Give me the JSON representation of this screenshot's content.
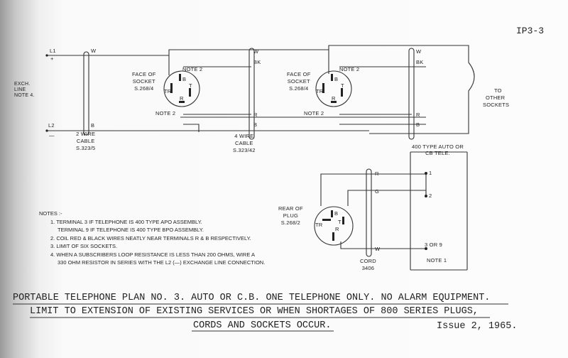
{
  "page_ref": "IP3-3",
  "left_side": {
    "l1": "L1",
    "plus": "+",
    "l2": "L2",
    "minus": "—",
    "exch_line": [
      "EXCH.",
      "LINE",
      "NOTE 4."
    ]
  },
  "wires": {
    "w": "W",
    "bk": "BK",
    "r": "R",
    "b": "B",
    "g": "G"
  },
  "cable_2wire": [
    "2 WIRE",
    "CABLE",
    "S.323/5"
  ],
  "cable_4wire": [
    "4 WIRE",
    "CABLE",
    "S.323/42"
  ],
  "socket": {
    "label": [
      "FACE OF",
      "SOCKET",
      "S.268/4"
    ],
    "note2": "NOTE 2",
    "pins": {
      "tr": "TR",
      "b": "B",
      "t": "T",
      "r": "R"
    }
  },
  "to_other": [
    "TO",
    "OTHER",
    "SOCKETS"
  ],
  "plug": {
    "label": [
      "REAR OF",
      "PLUG",
      "S.268/2"
    ]
  },
  "cord": [
    "CORD",
    "3406"
  ],
  "telephone": {
    "title": [
      "400 TYPE AUTO OR",
      "CB TELE."
    ],
    "term1": "1",
    "term2": "2",
    "term39": "3 OR 9",
    "note1": "NOTE 1"
  },
  "notes": {
    "heading": "NOTES :-",
    "items": [
      "1.  TERMINAL 3 IF TELEPHONE IS 400 TYPE APO ASSEMBLY.",
      "TERMINAL 9 IF TELEPHONE IS 400 TYPE BPO ASSEMBLY.",
      "2.  COIL RED & BLACK WIRES NEATLY NEAR TERMINALS R & B RESPECTIVELY.",
      "3.  LIMIT OF SIX SOCKETS.",
      "4.  WHEN A SUBSCRIBERS LOOP RESISTANCE IS LESS THAN 200 OHMS, WIRE A",
      "330 OHM RESISTOR IN SERIES WITH THE L2 (—) EXCHANGE LINE CONNECTION."
    ]
  },
  "caption": {
    "line1": "PORTABLE TELEPHONE PLAN NO. 3. AUTO OR C.B.  ONE TELEPHONE ONLY.  NO ALARM EQUIPMENT.",
    "line2": "LIMIT TO EXTENSION OF EXISTING SERVICES OR WHEN SHORTAGES OF 800 SERIES PLUGS,",
    "line3": "CORDS AND SOCKETS OCCUR.",
    "issue": "Issue 2, 1965."
  }
}
